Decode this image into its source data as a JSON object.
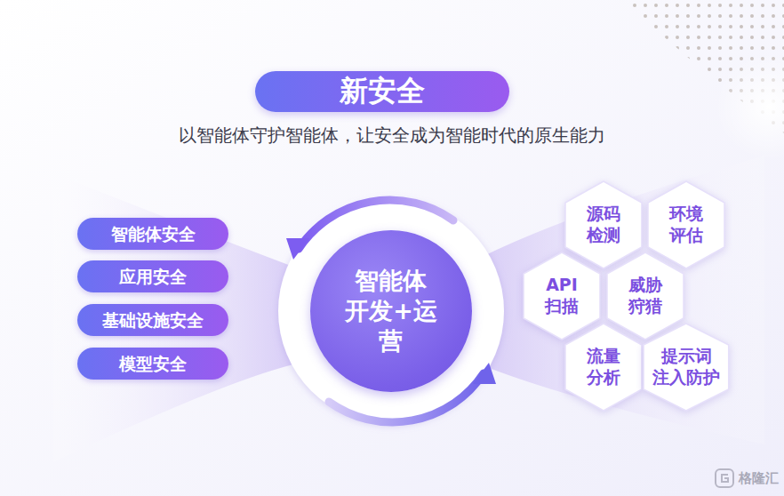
{
  "diagram": {
    "title": "新安全",
    "nodes": [
      {
        "text": [
          "智能体安全"
        ]
      },
      {
        "text": [
          "应用安全"
        ]
      },
      {
        "text": [
          "基础设施安全"
        ]
      },
      {
        "text": [
          "模型安全"
        ]
      },
      {
        "text": [
          "智能体 开发+运营"
        ]
      },
      {
        "text": [
          "源码 检测"
        ]
      },
      {
        "text": [
          "环境 评估"
        ]
      },
      {
        "text": [
          "API 扫描"
        ]
      },
      {
        "text": [
          "威胁 狩猎"
        ]
      },
      {
        "text": [
          "流量 分析"
        ]
      },
      {
        "text": [
          "提示词 注入防护"
        ]
      }
    ],
    "labels": [
      "以智能体守护智能体，让安全成为智能时代的原生能力",
      "格隆汇"
    ]
  }
}
